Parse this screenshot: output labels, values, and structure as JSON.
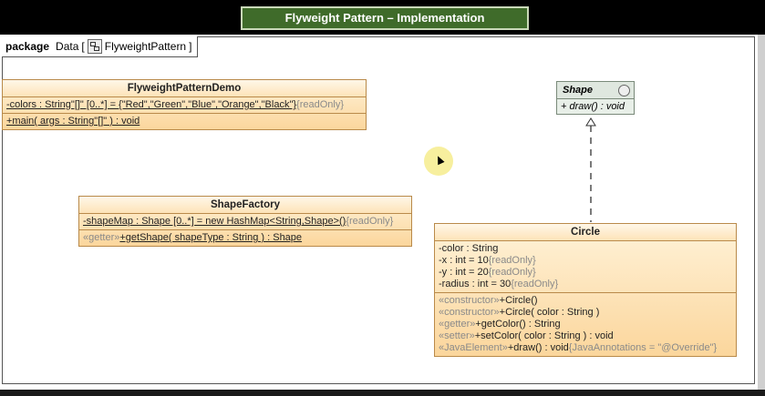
{
  "title": "Flyweight Pattern – Implementation",
  "package": {
    "keyword": "package",
    "name": "Data",
    "diagram": "FlyweightPattern"
  },
  "demo": {
    "name": "FlyweightPatternDemo",
    "attr": "-colors : String\"[]\" [0..*] = {\"Red\",\"Green\",\"Blue\",\"Orange\",\"Black\"}",
    "attr_tag": "{readOnly}",
    "op": "+main( args : String\"[]\" ) : void"
  },
  "factory": {
    "name": "ShapeFactory",
    "attr": "-shapeMap : Shape [0..*] = new HashMap<String,Shape>()",
    "attr_tag": "{readOnly}",
    "op_stereo": "«getter»",
    "op": "+getShape( shapeType : String ) : Shape"
  },
  "shape": {
    "name": "Shape",
    "op": "+ draw() : void"
  },
  "circle": {
    "name": "Circle",
    "attrs": [
      {
        "text": "-color : String",
        "tag": ""
      },
      {
        "text": "-x : int = 10",
        "tag": "{readOnly}"
      },
      {
        "text": "-y : int = 20",
        "tag": "{readOnly}"
      },
      {
        "text": "-radius : int = 30",
        "tag": "{readOnly}"
      }
    ],
    "ops": [
      {
        "stereo": "«constructor»",
        "text": "+Circle()",
        "tag": ""
      },
      {
        "stereo": "«constructor»",
        "text": "+Circle( color : String )",
        "tag": ""
      },
      {
        "stereo": "«getter»",
        "text": "+getColor() : String",
        "tag": ""
      },
      {
        "stereo": "«setter»",
        "text": "+setColor( color : String ) : void",
        "tag": ""
      },
      {
        "stereo": "«JavaElement»",
        "text": "+draw() : void",
        "tag": "{JavaAnnotations = \"@Override\"}"
      }
    ]
  }
}
